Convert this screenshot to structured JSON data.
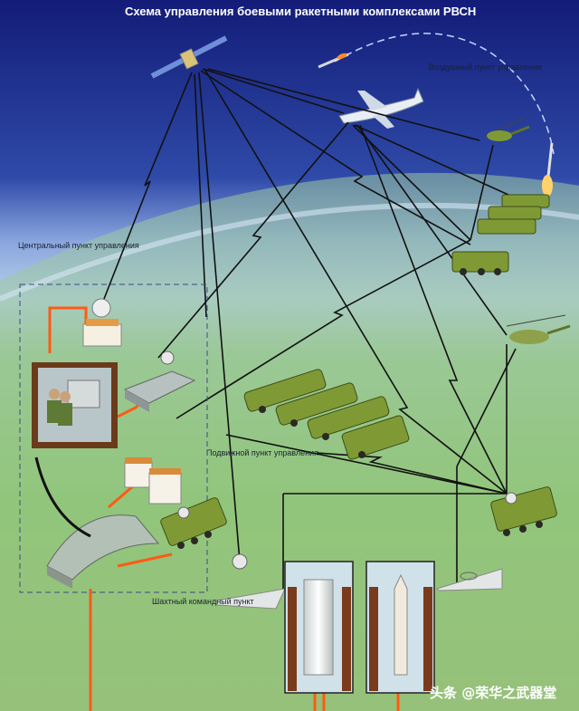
{
  "title": "Схема управления боевыми ракетными комплексами РВСН",
  "labels": {
    "airborne_post": "Воздушный пункт управления",
    "central_post": "Центральный пункт управления",
    "mobile_post": "Подвижной пункт управления",
    "silo_post": "Шахтный командный пункт"
  },
  "watermark": "头条 @荣华之武器堂",
  "colors": {
    "sky_top": "#16207a",
    "sky_mid": "#4d6fc2",
    "ground": "#8cc455",
    "cable": "#ff5a14",
    "vehicle": "#7f9a35"
  }
}
